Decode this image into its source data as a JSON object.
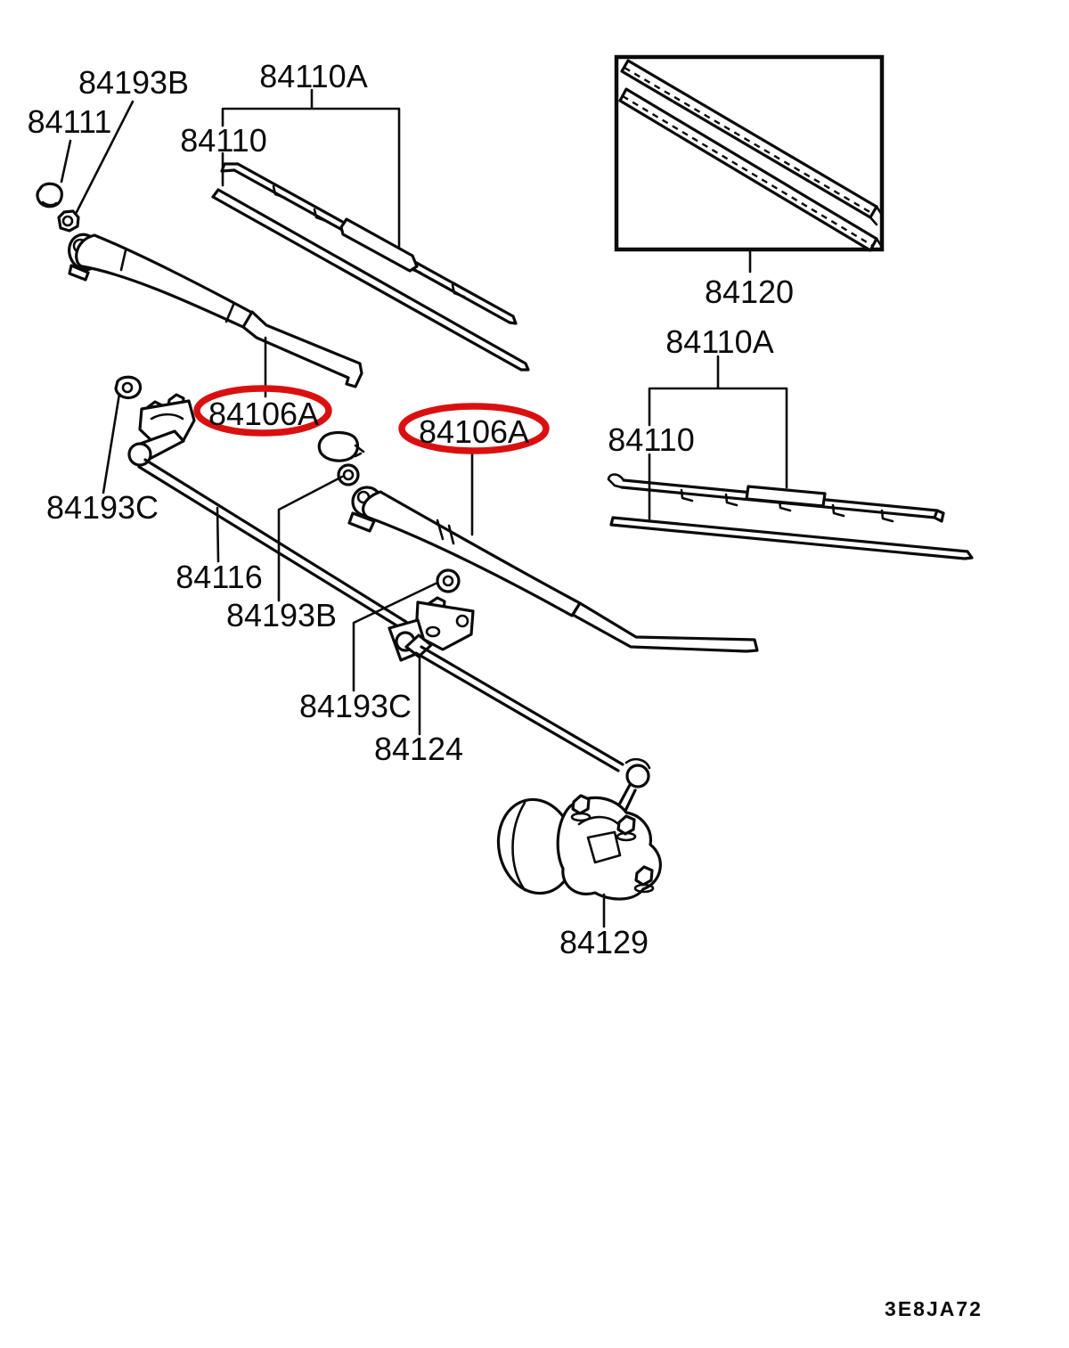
{
  "diagram": {
    "code": "3E8JA72",
    "highlight_color": "#da1010",
    "line_color": "#0b0b0b",
    "labels": {
      "cap": "84111",
      "arm_nut_top": "84193B",
      "blade1_assembly": "84110A",
      "blade1_frame": "84110",
      "refill_set": "84120",
      "blade2_assembly": "84110A",
      "blade2_frame": "84110",
      "arm1_highlight": "84106A",
      "arm2_highlight": "84106A",
      "pivot1_nut": "84193C",
      "link_rod": "84116",
      "pivot_bushing": "84193B",
      "pivot2_nut": "84193C",
      "drive_rod": "84124",
      "wiper_motor": "84129"
    }
  }
}
